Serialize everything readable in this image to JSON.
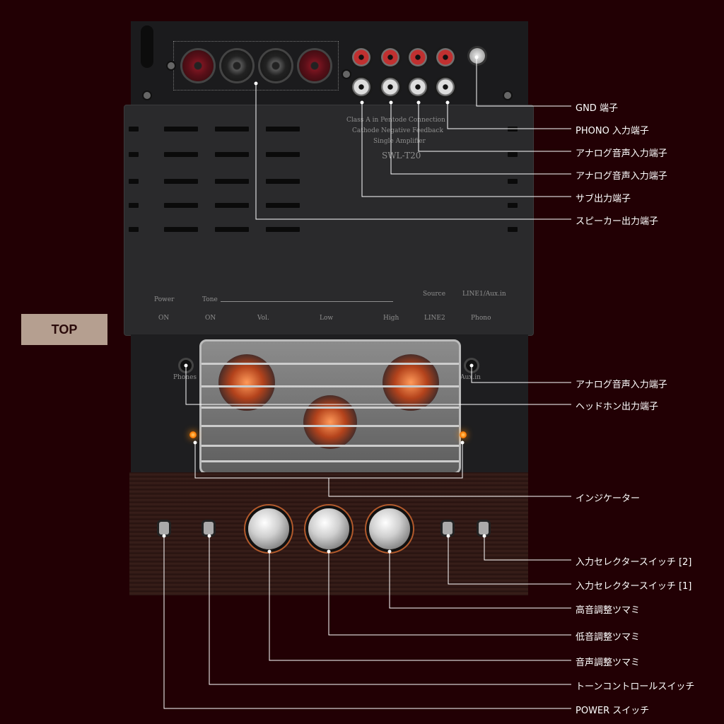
{
  "top_badge": "TOP",
  "labels": [
    "GND 端子",
    "PHONO 入力端子",
    "アナログ音声入力端子",
    "アナログ音声入力端子",
    "サブ出力端子",
    "スピーカー出力端子",
    "アナログ音声入力端子",
    "ヘッドホン出力端子",
    "インジケーター",
    "入力セレクタースイッチ [2]",
    "入力セレクタースイッチ [1]",
    "高音調整ツマミ",
    "低音調整ツマミ",
    "音声調整ツマミ",
    "トーンコントロールスイッチ",
    "POWER スイッチ"
  ],
  "cover_text": {
    "line1": "Class A in Pentode Connection",
    "line2": "Cathode Negative Feedback",
    "line3": "Single Amplifier",
    "model": "SWL-T20"
  },
  "panel": {
    "power": "Power",
    "power_on": "ON",
    "tone": "Tone",
    "tone_on": "ON",
    "vol": "Vol.",
    "low": "Low",
    "high": "High",
    "source": "Source",
    "line1_auxin": "LINE1/Aux.in",
    "line2": "LINE2",
    "phono": "Phono",
    "phones": "Phones",
    "aux_in": "Aux.in"
  },
  "colors": {
    "background": "#220004",
    "badge": "#b59f90",
    "leader": "#ffffff",
    "indicator": "#ff8a00"
  }
}
